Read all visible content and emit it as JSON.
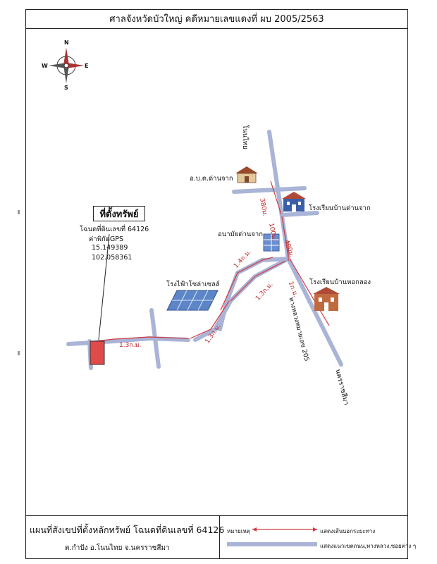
{
  "header": {
    "title": "ศาลจังหวัดบัวใหญ่ คดีหมายเลขแดงที่ ผบ 2005/2563"
  },
  "compass": {
    "n": "N",
    "s": "S",
    "e": "E",
    "w": "W"
  },
  "property": {
    "title": "ที่ตั้งทรัพย์",
    "deed": "โฉนดที่ดินเลขที่ 64126",
    "gps_label": "ค่าพิกัดGPS",
    "lat": "15.149389",
    "lon": "102.058361"
  },
  "labels": {
    "nonthai": "โนนไทย",
    "oborto": "อ.บ.ต.ด่านจาก",
    "school1": "โรงเรียนบ้านด่านจาก",
    "health": "อนามัยด่านจาก",
    "school2": "โรงเรียนบ้านหอกลอง",
    "solar": "โรงไฟ้าโซล่าเซลล์",
    "highway": "ทางหลวงหมายเลข 205",
    "korat": "นครราชสีมา"
  },
  "distances": {
    "d1": "1.3ก.ม.",
    "d2": "1.3ก.ม.",
    "d3": "1.4ก.ม.",
    "d4": "1.3ก.ม.",
    "d5": "380ม.",
    "d6": "100ม.",
    "d7": "400ม.",
    "d8": "1ก.ม."
  },
  "footer": {
    "title": "แผนที่สังเขปที่ตั้งหลักทรัพย์ โฉนดที่ดินเลขที่ 64126",
    "subtitle": "ต.กำปัง  อ.โนนไทย  จ.นครราชสีมา",
    "legend_label": "หมายเหตุ",
    "legend_route": "แสดงเส้นบอกระยะทาง",
    "legend_road": "แสดงแนวเขตถนน,ทางหลวง,ซอยต่าง ๆ"
  },
  "colors": {
    "road": "#a9b4d6",
    "route": "#d23a3f",
    "plot": "#e04a48",
    "building": "#3a5fa8"
  }
}
